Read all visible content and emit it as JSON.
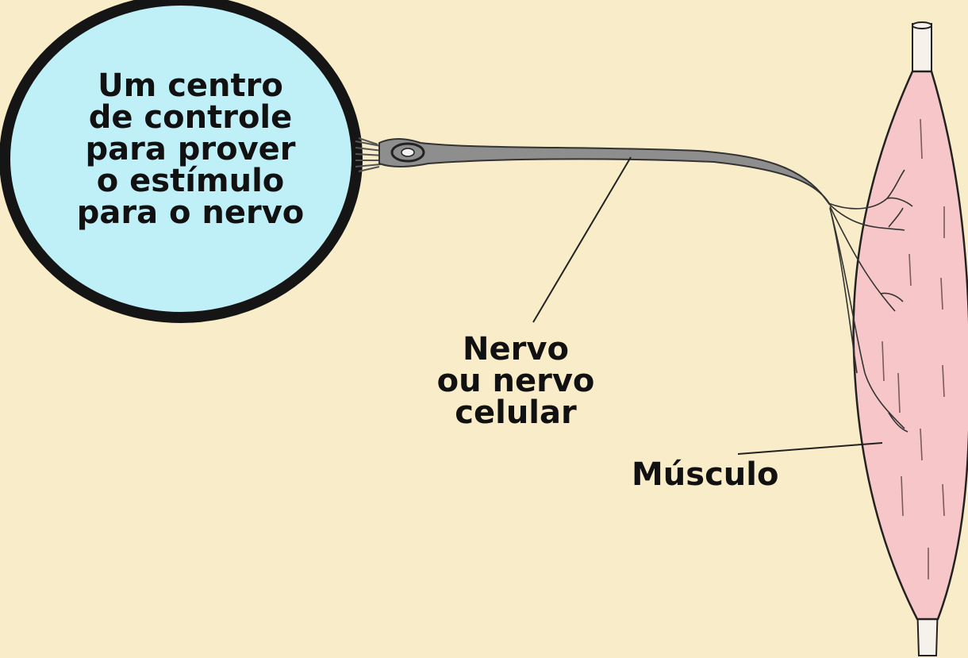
{
  "diagram": {
    "control_center": {
      "lines": [
        "Um centro",
        "de controle",
        "para prover",
        "o estímulo",
        "para o nervo"
      ]
    },
    "nerve": {
      "lines": [
        "Nervo",
        "ou nervo",
        "celular"
      ]
    },
    "muscle": {
      "label": "Músculo"
    }
  },
  "colors": {
    "background": "#f9ecc8",
    "control_center_fill": "#bff0f8",
    "control_center_border": "#151515",
    "nerve": "#8e8e8e",
    "muscle_fill": "#f6c6c8"
  }
}
